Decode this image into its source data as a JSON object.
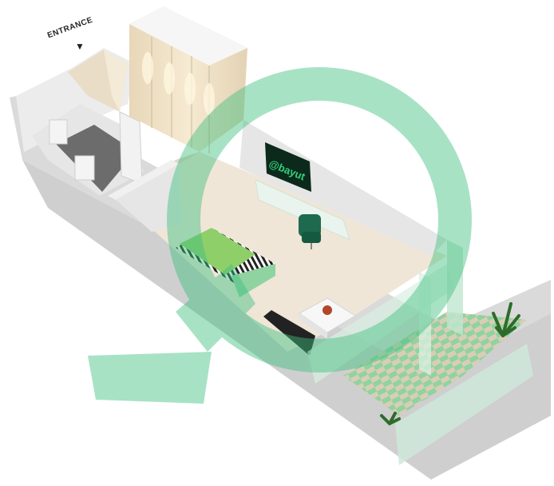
{
  "labels": {
    "entrance": "ENTRANCE",
    "tv_brand": "@bayut"
  },
  "icons": {
    "entrance_arrow": "arrow-down-icon",
    "watermark": "search-magnifier-watermark"
  },
  "colors": {
    "wall_top": "#e9e9e9",
    "wall_side": "#d6d6d6",
    "floor": "#efe6d8",
    "bathroom_floor": "#6c6c6c",
    "bed_green": "#8fcf6a",
    "chair_green": "#1e6a4e",
    "balcony_tile_light": "#d7ccb6",
    "balcony_tile_green": "#8fd3a0",
    "watermark_green": "#3dbf7f",
    "tv_screen": "#0c2a1c",
    "tv_text": "#33d07a"
  }
}
